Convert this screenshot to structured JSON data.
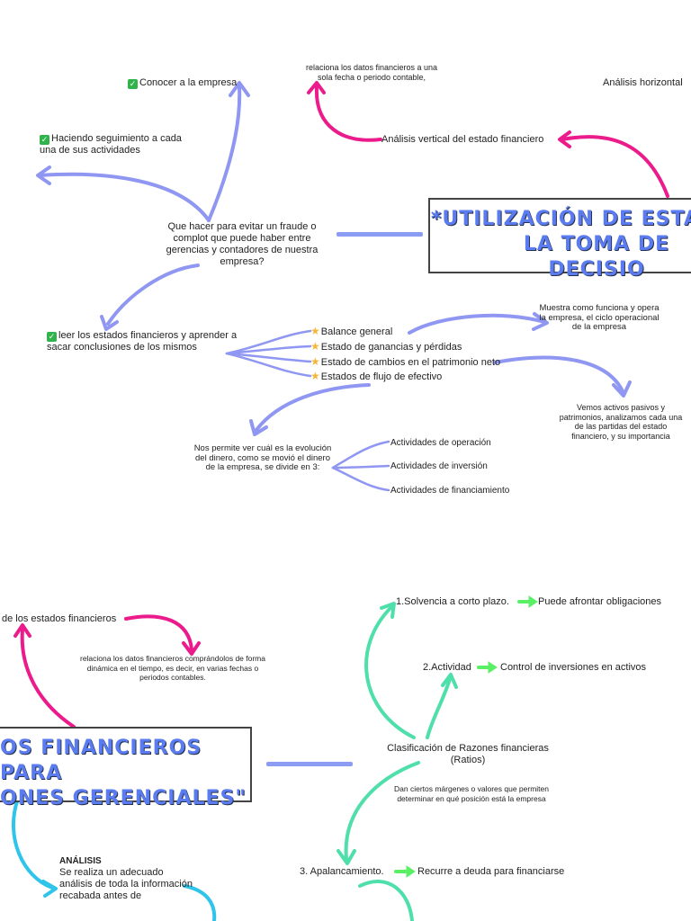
{
  "colors": {
    "blue_arrow": "#8f97f2",
    "pink_arrow": "#ec1b8c",
    "teal_arrow": "#4fdfab",
    "cyan_arrow": "#2fc4ea",
    "green_arrow": "#59f066",
    "title_text": "#5a7cf0",
    "divider": "#8a9cf4"
  },
  "top": {
    "title_line1": "*UTILIZACIÓN DE ESTAD",
    "title_line2": "LA TOMA DE DECISIO",
    "know_company": "Conocer a la empresa",
    "follow_up": "Haciendo seguimiento a cada una de sus actividades",
    "fraud_question": "Que hacer para evitar un fraude o complot que puede haber entre gerencias y contadores de nuestra empresa?",
    "read_statements": "leer los estados financieros y aprender a sacar conclusiones de los mismos",
    "statements": [
      "Balance general",
      "Estado de ganancias y pérdidas",
      "Estado de cambios en el patrimonio neto",
      "Estados de flujo de efectivo"
    ],
    "balance_note": "Muestra como funciona y opera la empresa, el ciclo operacional de la empresa",
    "equity_note": "Vemos activos pasivos y patrimonios, analizamos cada una de las partidas del estado financiero, y su importancia",
    "cashflow_note": "Nos permite ver cuál es la evolución del dinero, como se movió el dinero de la empresa, se divide en 3:",
    "activities": [
      "Actividades de operación",
      "Actividades de inversión",
      "Actividades de financiamiento"
    ],
    "vertical_note": "relaciona los datos financieros a una sola fecha o periodo contable,",
    "vertical_analysis": "Análisis vertical del estado financiero",
    "horizontal_analysis": "Análisis horizontal"
  },
  "bottom": {
    "title_line1": "OS FINANCIEROS PARA",
    "title_line2": "ONES GERENCIALES\"",
    "horizontal_cont": "de los estados financieros",
    "horizontal_note": "relaciona los datos financieros comprándolos de forma dinámica en el tiempo, es decir, en varias fechas o periodos contables.",
    "ratios_title": "Clasificación de Razones financieras (Ratios)",
    "ratios_note": "Dan ciertos márgenes o valores que permiten determinar en qué posición está la empresa",
    "ratios": [
      {
        "label": "1.Solvencia a corto plazo.",
        "result": "Puede afrontar obligaciones"
      },
      {
        "label": "2.Actividad",
        "result": "Control de inversiones en activos"
      },
      {
        "label": "3. Apalancamiento.",
        "result": "Recurre a deuda para financiarse"
      }
    ],
    "analysis_heading": "ANÁLISIS",
    "analysis_text": "Se realiza un adecuado análisis de toda la información recabada antes de"
  }
}
